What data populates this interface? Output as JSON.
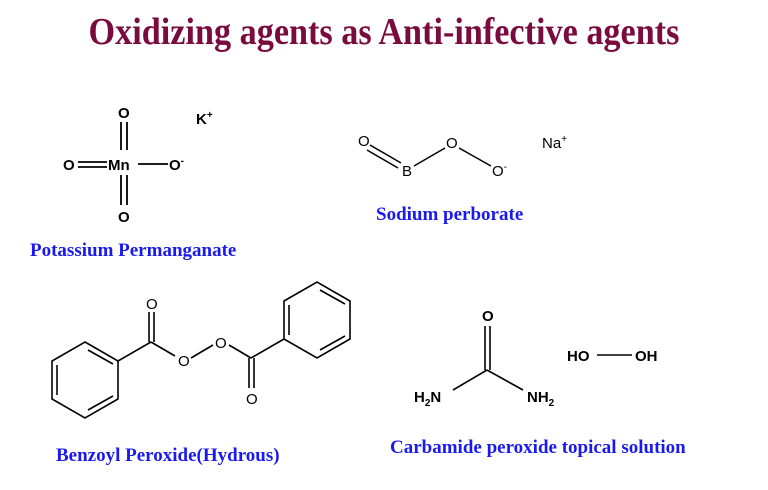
{
  "slide": {
    "title": "Oxidizing agents as Anti-infective agents",
    "title_color": "#7a0b3f",
    "label_color": "#1a1aee"
  },
  "compounds": [
    {
      "name": "Potassium Permanganate",
      "atoms": {
        "o_top": "O",
        "o_left": "O",
        "mn": "Mn",
        "o_right": "O",
        "o_right_charge": "-",
        "o_bottom": "O",
        "cation": "K",
        "cation_charge": "+"
      }
    },
    {
      "name": "Sodium perborate",
      "atoms": {
        "o_double": "O",
        "b": "B",
        "o_bridge": "O",
        "o_term": "O",
        "o_term_charge": "-",
        "cation": "Na",
        "cation_charge": "+"
      }
    },
    {
      "name": "Benzoyl Peroxide(Hydrous)",
      "atoms": {
        "o_carbonyl_1": "O",
        "o_peroxide_1": "O",
        "o_peroxide_2": "O",
        "o_carbonyl_2": "O"
      }
    },
    {
      "name": "Carbamide peroxide topical solution",
      "atoms": {
        "o_urea": "O",
        "nh2_left_h": "H",
        "nh2_left_sub": "2",
        "nh2_left_n": "N",
        "nh2_right_nh": "NH",
        "nh2_right_sub": "2",
        "peroxide_left": "HO",
        "peroxide_right": "OH"
      }
    }
  ]
}
